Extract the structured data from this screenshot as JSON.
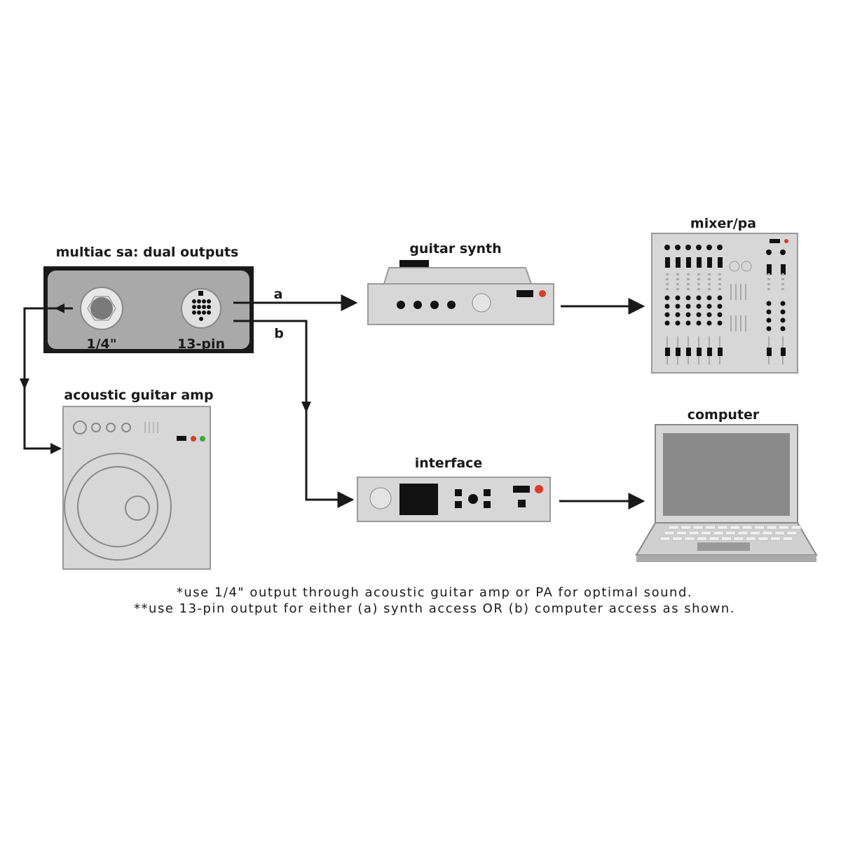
{
  "multiac": {
    "title": "multiac sa: dual outputs",
    "jack_label": "1/4\"",
    "pin_label": "13-pin"
  },
  "routes": {
    "a": "a",
    "b": "b"
  },
  "devices": {
    "synth": "guitar synth",
    "mixer": "mixer/pa",
    "amp": "acoustic guitar amp",
    "interface": "interface",
    "computer": "computer"
  },
  "notes": [
    "*use 1/4\" output through acoustic guitar amp or PA for optimal sound.",
    "**use 13-pin output for either (a) synth access OR (b) computer access as shown."
  ],
  "colors": {
    "led_red": "#e03a22",
    "led_green": "#3aa83a",
    "device_gray": "#d7d7d7"
  }
}
